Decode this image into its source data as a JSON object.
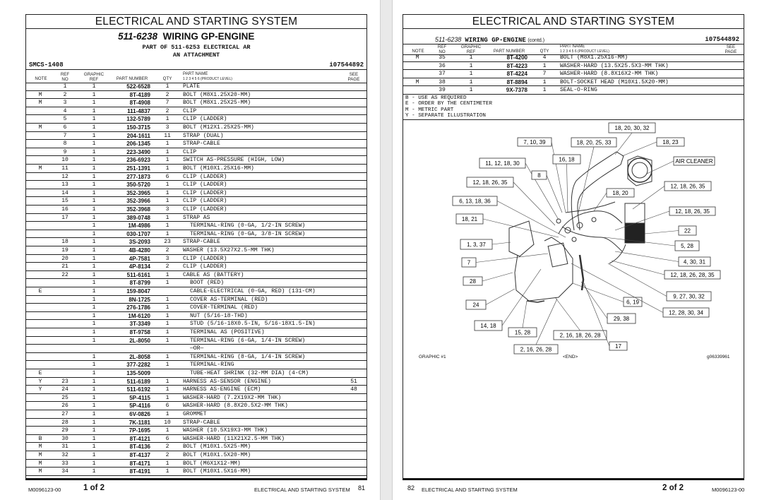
{
  "section_title": "ELECTRICAL AND STARTING SYSTEM",
  "left_page": {
    "part_no": "511-6238",
    "part_title": "WIRING GP-ENGINE",
    "part_of": "PART OF 511-6253 ELECTRICAL AR",
    "attachment": "AN ATTACHMENT",
    "smcs": "SMCS-1408",
    "doc_id": "i07544892",
    "footer": {
      "doc": "M0096123-00",
      "pages": "1 of 2",
      "section": "ELECTRICAL AND STARTING SYSTEM",
      "page_no": "81"
    }
  },
  "columns": {
    "note": "NOTE",
    "ref_no_1": "REF",
    "ref_no_2": "NO",
    "graphic_1": "GRAPHIC",
    "graphic_2": "REF",
    "part_number": "PART NUMBER",
    "qty": "QTY",
    "part_name": "PART NAME",
    "product_level": "1  2  3  4  5  6  (PRODUCT LEVEL)",
    "see_1": "SEE",
    "see_2": "PAGE"
  },
  "left_rows": [
    [
      "",
      "1",
      "1",
      "522-6528",
      "1",
      "PLATE",
      "",
      1
    ],
    [
      "M",
      "2",
      "1",
      "8T-4189",
      "2",
      "BOLT  (M8X1.25X20-MM)",
      "",
      1
    ],
    [
      "M",
      "3",
      "1",
      "8T-4908",
      "7",
      "BOLT  (M8X1.25X25-MM)",
      "",
      1
    ],
    [
      "",
      "4",
      "1",
      "111-4837",
      "2",
      "CLIP",
      "",
      1
    ],
    [
      "",
      "5",
      "1",
      "132-5789",
      "1",
      "CLIP  (LADDER)",
      "",
      1
    ],
    [
      "M",
      "6",
      "1",
      "150-3715",
      "3",
      "BOLT  (M12X1.25X25-MM)",
      "",
      1
    ],
    [
      "",
      "7",
      "1",
      "204-1611",
      "11",
      "STRAP  (DUAL)",
      "",
      1
    ],
    [
      "",
      "8",
      "1",
      "206-1345",
      "1",
      "STRAP-CABLE",
      "",
      1
    ],
    [
      "",
      "9",
      "1",
      "223-3490",
      "1",
      "CLIP",
      "",
      1
    ],
    [
      "",
      "10",
      "1",
      "236-6923",
      "1",
      "SWITCH AS-PRESSURE  (HIGH, LOW)",
      "",
      1
    ],
    [
      "M",
      "11",
      "1",
      "251-1391",
      "1",
      "BOLT  (M10X1.25X16-MM)",
      "",
      1
    ],
    [
      "",
      "12",
      "1",
      "277-1873",
      "6",
      "CLIP  (LADDER)",
      "",
      1
    ],
    [
      "",
      "13",
      "1",
      "350-5720",
      "1",
      "CLIP  (LADDER)",
      "",
      1
    ],
    [
      "",
      "14",
      "1",
      "352-3965",
      "1",
      "CLIP  (LADDER)",
      "",
      1
    ],
    [
      "",
      "15",
      "1",
      "352-3966",
      "1",
      "CLIP  (LADDER)",
      "",
      1
    ],
    [
      "",
      "16",
      "1",
      "352-3968",
      "3",
      "CLIP  (LADDER)",
      "",
      1
    ],
    [
      "",
      "17",
      "1",
      "389-0748",
      "1",
      "STRAP AS",
      "",
      1
    ],
    [
      "",
      "",
      "1",
      "1M-4986",
      "1",
      "TERMINAL-RING  (0-GA, 1/2-IN SCREW)",
      "",
      2
    ],
    [
      "",
      "",
      "1",
      "030-1707",
      "1",
      "TERMINAL-RING  (0-GA, 3/8-IN SCREW)",
      "",
      2
    ],
    [
      "",
      "18",
      "1",
      "3S-2093",
      "23",
      "STRAP-CABLE",
      "",
      1
    ],
    [
      "",
      "19",
      "1",
      "4B-4280",
      "2",
      "WASHER  (13.5X27X2.5-MM THK)",
      "",
      1
    ],
    [
      "",
      "20",
      "1",
      "4P-7581",
      "3",
      "CLIP  (LADDER)",
      "",
      1
    ],
    [
      "",
      "21",
      "1",
      "4P-8134",
      "2",
      "CLIP  (LADDER)",
      "",
      1
    ],
    [
      "",
      "22",
      "1",
      "511-6161",
      "1",
      "CABLE AS  (BATTERY)",
      "",
      1
    ],
    [
      "",
      "",
      "1",
      "8T-8799",
      "1",
      "BOOT  (RED)",
      "",
      2
    ],
    [
      "E",
      "",
      "1",
      "159-8047",
      "",
      "CABLE-ELECTRICAL  (0-GA, RED)  (131-CM)",
      "",
      2
    ],
    [
      "",
      "",
      "1",
      "8N-1725",
      "1",
      "COVER AS-TERMINAL  (RED)",
      "",
      2
    ],
    [
      "",
      "",
      "1",
      "276-1786",
      "1",
      "COVER-TERMINAL  (RED)",
      "",
      2
    ],
    [
      "",
      "",
      "1",
      "1M-6120",
      "1",
      "NUT  (5/16-18-THD)",
      "",
      2
    ],
    [
      "",
      "",
      "1",
      "3T-3349",
      "1",
      "STUD  (5/16-18X0.5-IN, 5/16-18X1.5-IN)",
      "",
      2
    ],
    [
      "",
      "",
      "1",
      "8T-9758",
      "1",
      "TERMINAL AS  (POSITIVE)",
      "",
      2
    ],
    [
      "",
      "",
      "1",
      "2L-8050",
      "1",
      "TERMINAL-RING  (6-GA, 1/4-IN SCREW)",
      "",
      2
    ],
    [
      "",
      "",
      "",
      "",
      "",
      "    —OR—",
      "",
      2
    ],
    [
      "",
      "",
      "1",
      "2L-8058",
      "1",
      "TERMINAL-RING  (8-GA, 1/4-IN SCREW)",
      "",
      2
    ],
    [
      "",
      "",
      "1",
      "377-2282",
      "1",
      "TERMINAL-RING",
      "",
      2
    ],
    [
      "E",
      "",
      "1",
      "135-5009",
      "",
      "TUBE-HEAT SHRINK  (32-MM DIA)  (4-CM)",
      "",
      2
    ],
    [
      "Y",
      "23",
      "1",
      "511-6189",
      "1",
      "HARNESS AS-SENSOR  (ENGINE)",
      "51",
      1
    ],
    [
      "Y",
      "24",
      "1",
      "511-6192",
      "1",
      "HARNESS AS-ENGINE  (ECM)",
      "48",
      1
    ],
    [
      "",
      "25",
      "1",
      "5P-4115",
      "1",
      "WASHER-HARD  (7.2X19X2-MM THK)",
      "",
      1
    ],
    [
      "",
      "26",
      "1",
      "5P-4116",
      "6",
      "WASHER-HARD  (8.8X20.5X2-MM THK)",
      "",
      1
    ],
    [
      "",
      "27",
      "1",
      "6V-0826",
      "1",
      "GROMMET",
      "",
      1
    ],
    [
      "",
      "28",
      "1",
      "7K-1181",
      "10",
      "STRAP-CABLE",
      "",
      1
    ],
    [
      "",
      "29",
      "1",
      "7P-1695",
      "1",
      "WASHER  (10.5X19X3-MM THK)",
      "",
      1
    ],
    [
      "B",
      "30",
      "1",
      "8T-4121",
      "6",
      "WASHER-HARD  (11X21X2.5-MM THK)",
      "",
      1
    ],
    [
      "M",
      "31",
      "1",
      "8T-4136",
      "2",
      "BOLT  (M10X1.5X25-MM)",
      "",
      1
    ],
    [
      "M",
      "32",
      "1",
      "8T-4137",
      "2",
      "BOLT  (M10X1.5X20-MM)",
      "",
      1
    ],
    [
      "M",
      "33",
      "1",
      "8T-4171",
      "1",
      "BOLT  (M6X1X12-MM)",
      "",
      1
    ],
    [
      "M",
      "34",
      "1",
      "8T-4191",
      "1",
      "BOLT  (M10X1.5X16-MM)",
      "",
      1
    ]
  ],
  "right_page": {
    "part_no": "511-6238",
    "part_title": "WIRING GP-ENGINE",
    "contd": "(contd.)",
    "doc_id": "i07544892",
    "rows": [
      [
        "M",
        "35",
        "1",
        "8T-4200",
        "4",
        "BOLT  (M8X1.25X16-MM)",
        "",
        1
      ],
      [
        "",
        "36",
        "1",
        "8T-4223",
        "1",
        "WASHER-HARD  (13.5X25.5X3-MM THK)",
        "",
        1
      ],
      [
        "",
        "37",
        "1",
        "8T-4224",
        "7",
        "WASHER-HARD  (8.8X16X2-MM THK)",
        "",
        1
      ],
      [
        "M",
        "38",
        "1",
        "8T-8894",
        "1",
        "BOLT-SOCKET HEAD  (M10X1.5X20-MM)",
        "",
        1
      ],
      [
        "",
        "39",
        "1",
        "9X-7378",
        "1",
        "SEAL-O-RING",
        "",
        1
      ]
    ],
    "notes": [
      "B - USE AS REQUIRED",
      "E - ORDER BY THE CENTIMETER",
      "M - METRIC PART",
      "Y - SEPARATE ILLUSTRATION"
    ],
    "callouts": [
      "18, 20, 30, 32",
      "7, 10, 39",
      "18, 20, 25, 33",
      "18, 23",
      "16, 18",
      "AIR CLEANER",
      "11, 12, 18, 30",
      "8",
      "12, 18, 26, 35",
      "12, 18, 26, 35",
      "18, 20",
      "6, 13, 18, 36",
      "12, 18, 26, 35",
      "18, 21",
      "22",
      "1, 3, 37",
      "5, 28",
      "7",
      "4, 30, 31",
      "28",
      "12, 18, 26, 28, 35",
      "9, 27, 30, 32",
      "24",
      "6, 19",
      "12, 28, 30, 34",
      "29, 38",
      "14, 18",
      "15, 28",
      "2, 16, 18, 26, 28",
      "17",
      "2, 16, 26, 28"
    ],
    "graphic_label": "GRAPHIC #1",
    "end_label": "<END>",
    "graphic_id": "g06339961",
    "footer": {
      "page_no": "82",
      "section": "ELECTRICAL AND STARTING SYSTEM",
      "pages": "2 of 2",
      "doc": "M0096123-00"
    }
  }
}
